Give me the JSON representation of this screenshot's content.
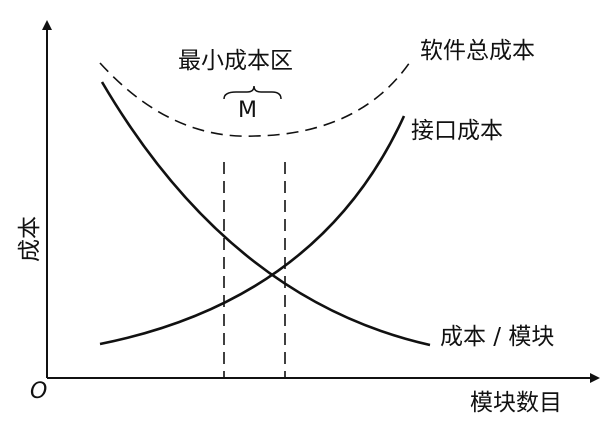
{
  "labels": {
    "origin": "O",
    "y_axis": "成本",
    "x_axis": "模块数目",
    "total_cost": "软件总成本",
    "interface_cost": "接口成本",
    "module_cost": "成本 / 模块",
    "min_region": "最小成本区",
    "min_marker": "M"
  },
  "colors": {
    "line": "#111111",
    "background": "#ffffff"
  }
}
